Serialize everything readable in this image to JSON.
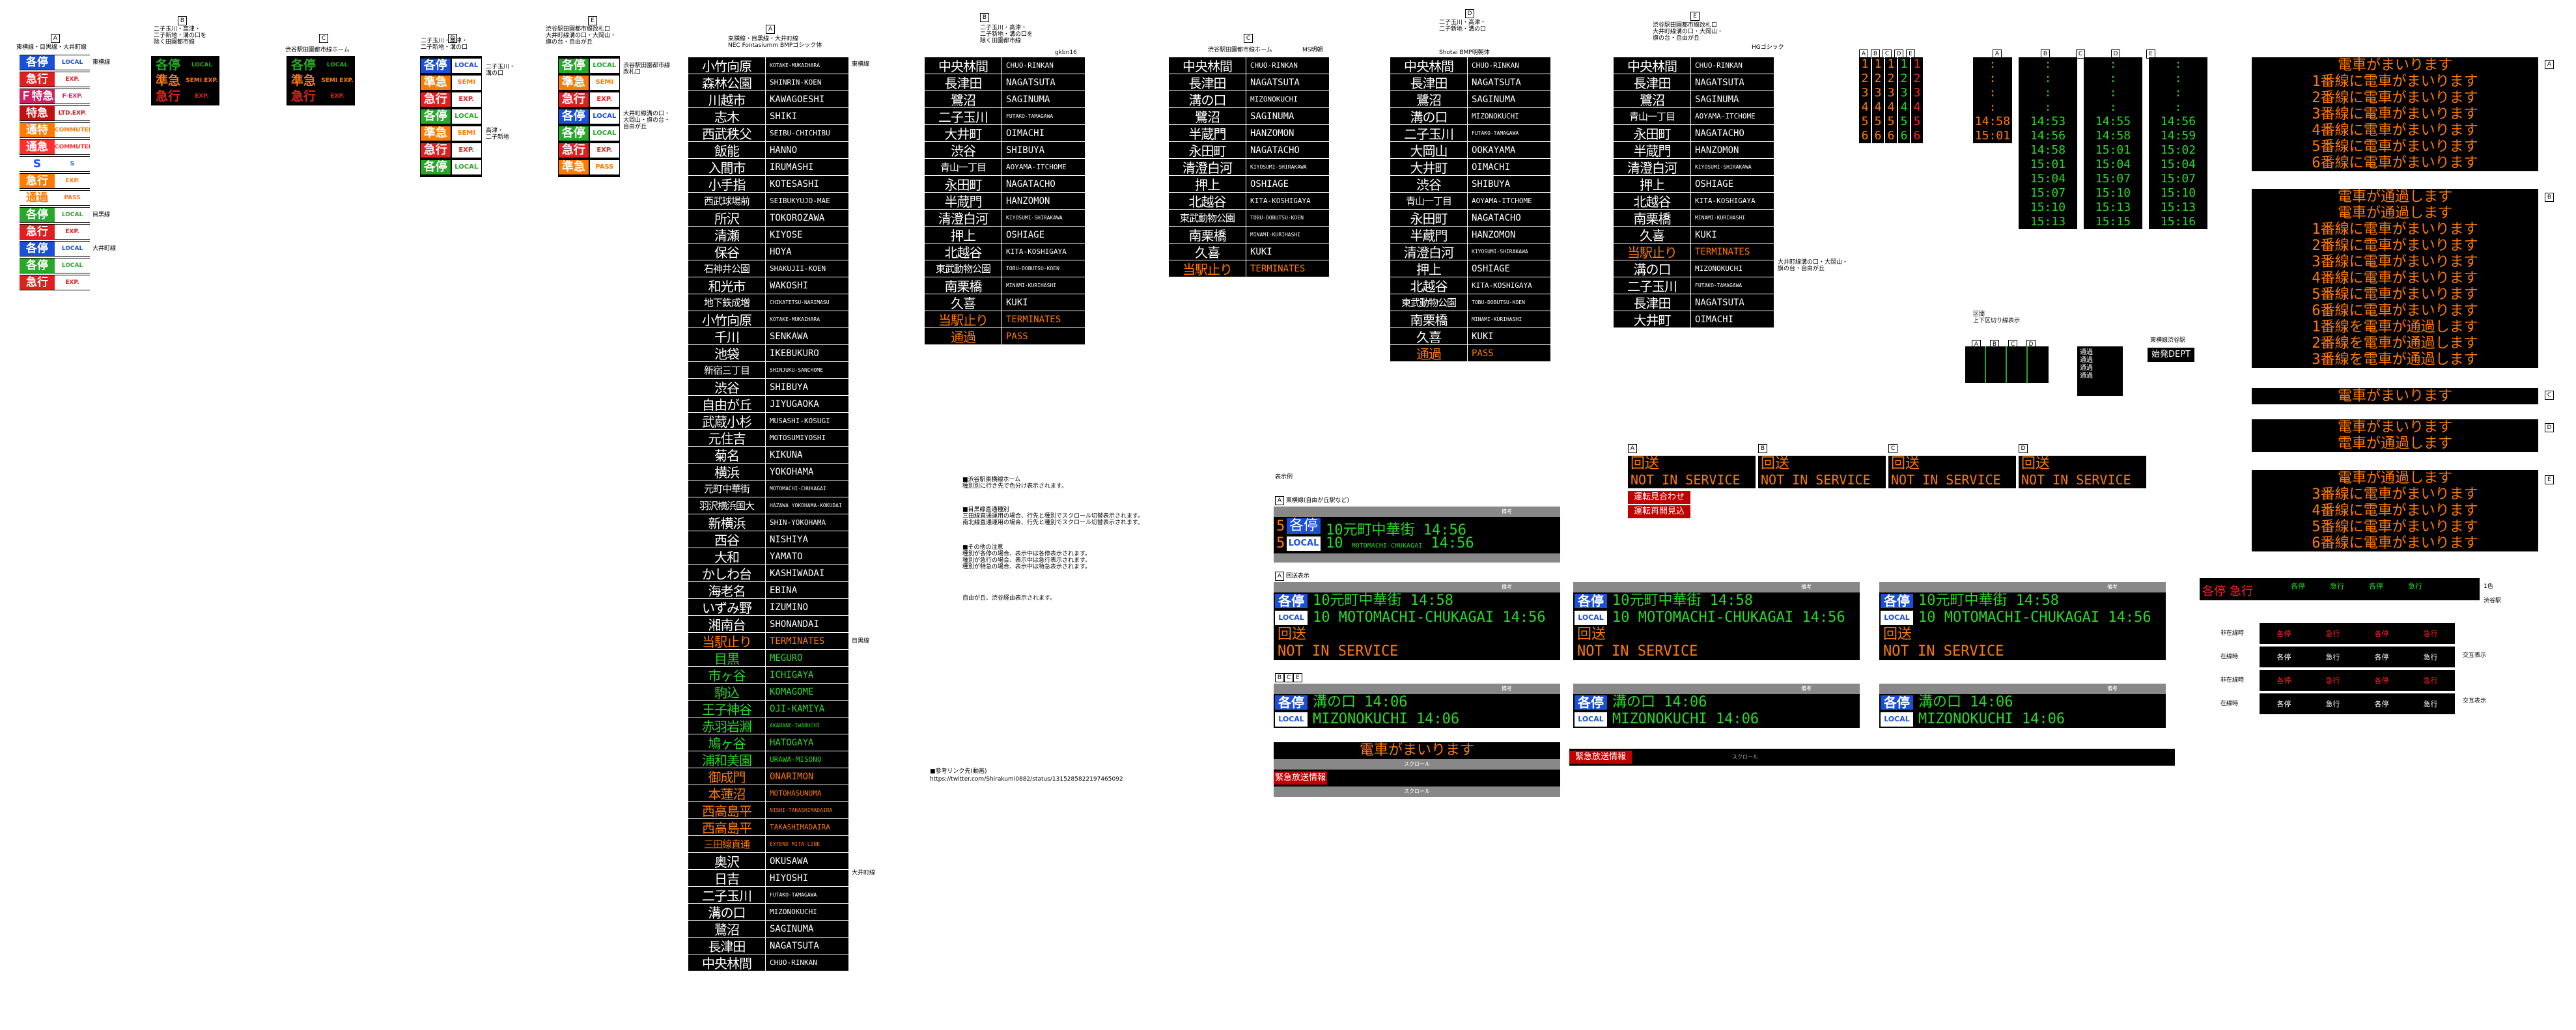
{
  "col1": {
    "header": "東横線・目黒線・大井町線",
    "tag": "A",
    "rows": [
      {
        "j": "各停",
        "e": "LOCAL",
        "jc": "#ffffff",
        "jb": "#1a4fd8",
        "ec": "#1a4fd8",
        "eb": "#ffffff",
        "note": "東横線"
      },
      {
        "j": "急行",
        "e": "EXP.",
        "jc": "#ffffff",
        "jb": "#e02020",
        "ec": "#e02020",
        "eb": "#ffffff",
        "note": ""
      },
      {
        "j": "Ｆ特急",
        "e": "F-EXP.",
        "jc": "#ffffff",
        "jb": "#d02060",
        "ec": "#d02060",
        "eb": "#ffffff",
        "note": ""
      },
      {
        "j": "特急",
        "e": "LTD.EXP.",
        "jc": "#ffffff",
        "jb": "#c01010",
        "ec": "#c01010",
        "eb": "#ffffff",
        "note": ""
      },
      {
        "j": "通特",
        "e": "COMMUTER",
        "jc": "#ffffff",
        "jb": "#ff7a00",
        "ec": "#ff7a00",
        "eb": "#ffffff",
        "note": ""
      },
      {
        "j": "通急",
        "e": "COMMUTER",
        "jc": "#ffffff",
        "jb": "#ff3030",
        "ec": "#ff3030",
        "eb": "#ffffff",
        "note": ""
      },
      {
        "j": "S",
        "e": "S",
        "jc": "#2050ff",
        "jb": "#ffffff",
        "ec": "#2050ff",
        "eb": "#ffffff",
        "note": ""
      },
      {
        "j": "急行",
        "e": "EXP.",
        "jc": "#ffffff",
        "jb": "#ff7a00",
        "ec": "#ff7a00",
        "eb": "#ffffff",
        "note": ""
      },
      {
        "j": "通過",
        "e": "PASS",
        "jc": "#ff7a00",
        "jb": "#ffffff",
        "ec": "#ff7a00",
        "eb": "#ffffff",
        "note": ""
      },
      {
        "j": "各停",
        "e": "LOCAL",
        "jc": "#ffffff",
        "jb": "#28a828",
        "ec": "#28a828",
        "eb": "#ffffff",
        "note": "目黒線"
      },
      {
        "j": "急行",
        "e": "EXP.",
        "jc": "#ffffff",
        "jb": "#e02020",
        "ec": "#e02020",
        "eb": "#ffffff",
        "note": ""
      },
      {
        "j": "各停",
        "e": "LOCAL",
        "jc": "#ffffff",
        "jb": "#1a4fd8",
        "ec": "#1a4fd8",
        "eb": "#ffffff",
        "note": "大井町線"
      },
      {
        "j": "各停",
        "e": "LOCAL",
        "jc": "#ffffff",
        "jb": "#28a828",
        "ec": "#28a828",
        "eb": "#ffffff",
        "note": ""
      },
      {
        "j": "急行",
        "e": "EXP.",
        "jc": "#ffffff",
        "jb": "#e02020",
        "ec": "#e02020",
        "eb": "#ffffff",
        "note": ""
      }
    ]
  },
  "col2": {
    "tag": "B",
    "header": "二子玉川・高津・\n二子新地・溝の口を\n除く田園都市線",
    "rows": [
      {
        "j": "各停",
        "e": "LOCAL",
        "jc": "#28a828",
        "ec": "#28a828"
      },
      {
        "j": "準急",
        "e": "SEMI EXP.",
        "jc": "#ff7a00",
        "ec": "#ff7a00"
      },
      {
        "j": "急行",
        "e": "EXP.",
        "jc": "#e02020",
        "ec": "#e02020"
      }
    ]
  },
  "col3": {
    "tag": "C",
    "header": "渋谷駅田園都市線ホーム",
    "rows": [
      {
        "j": "各停",
        "e": "LOCAL",
        "jc": "#28a828",
        "ec": "#28a828"
      },
      {
        "j": "準急",
        "e": "SEMI EXP.",
        "jc": "#ff7a00",
        "ec": "#ff7a00"
      },
      {
        "j": "急行",
        "e": "EXP.",
        "jc": "#e02020",
        "ec": "#e02020"
      }
    ]
  },
  "col4": {
    "tag": "D",
    "header": "二子玉川・高津・\n二子新地・溝の口",
    "notes": [
      "二子玉川・\n溝の口",
      "高津・\n二子新地"
    ],
    "rows": [
      {
        "j": "各停",
        "e": "LOCAL",
        "jb": "#1a4fd8",
        "eb": "#ffffff",
        "ec": "#1a4fd8"
      },
      {
        "j": "準急",
        "e": "SEMI EXP.",
        "jb": "#ff7a00",
        "eb": "#ffffff",
        "ec": "#ff7a00"
      },
      {
        "j": "急行",
        "e": "EXP.",
        "jb": "#e02020",
        "eb": "#ffffff",
        "ec": "#e02020"
      },
      {
        "j": "各停",
        "e": "LOCAL",
        "jb": "#28a828",
        "eb": "#ffffff",
        "ec": "#28a828"
      },
      {
        "j": "準急",
        "e": "SEMI EXP.",
        "jb": "#ff7a00",
        "eb": "#ffffff",
        "ec": "#ff7a00"
      },
      {
        "j": "急行",
        "e": "EXP.",
        "jb": "#e02020",
        "eb": "#ffffff",
        "ec": "#e02020"
      },
      {
        "j": "各停",
        "e": "LOCAL",
        "jb": "#28a828",
        "eb": "#ffffff",
        "ec": "#28a828"
      }
    ]
  },
  "col5": {
    "tag": "E",
    "header": "渋谷駅田園都市線改札口\n大井町線溝の口・大岡山・\n旗の台・自由が丘",
    "note1": "渋谷駅田園都市線\n改札口",
    "note2": "大井町線溝の口・\n大岡山・旗の台・\n自由が丘",
    "rows": [
      {
        "j": "各停",
        "e": "LOCAL",
        "jb": "#28a828",
        "eb": "#ffffff",
        "ec": "#28a828"
      },
      {
        "j": "準急",
        "e": "SEMI EXP.",
        "jb": "#ff7a00",
        "eb": "#ffffff",
        "ec": "#ff7a00"
      },
      {
        "j": "急行",
        "e": "EXP.",
        "jb": "#e02020",
        "eb": "#ffffff",
        "ec": "#e02020"
      },
      {
        "j": "各停",
        "e": "LOCAL",
        "jb": "#1a4fd8",
        "eb": "#ffffff",
        "ec": "#1a4fd8"
      },
      {
        "j": "各停",
        "e": "LOCAL",
        "jb": "#28a828",
        "eb": "#ffffff",
        "ec": "#28a828"
      },
      {
        "j": "急行",
        "e": "EXP.",
        "jb": "#e02020",
        "eb": "#ffffff",
        "ec": "#e02020"
      },
      {
        "j": "準急",
        "e": "PASS",
        "jb": "#ff7a00",
        "eb": "#ffffff",
        "ec": "#ff7a00"
      }
    ]
  },
  "colA": {
    "tag": "A",
    "header": "東横線・目黒線・大井町線\nNEC Fontasiumm BMPゴシック体",
    "notes": [
      {
        "t": "東横線",
        "row": 0
      },
      {
        "t": "目黒線",
        "row": 35
      },
      {
        "t": "大井町線",
        "row": 49
      }
    ],
    "rows": [
      {
        "j": "小竹向原",
        "e": "KOTAKE-MUKAIHARA",
        "c": "#ffffff"
      },
      {
        "j": "森林公園",
        "e": "SHINRIN-KOEN",
        "c": "#ffffff"
      },
      {
        "j": "川越市",
        "e": "KAWAGOESHI",
        "c": "#ffffff"
      },
      {
        "j": "志木",
        "e": "SHIKI",
        "c": "#ffffff"
      },
      {
        "j": "西武秩父",
        "e": "SEIBU-CHICHIBU",
        "c": "#ffffff"
      },
      {
        "j": "飯能",
        "e": "HANNO",
        "c": "#ffffff"
      },
      {
        "j": "入間市",
        "e": "IRUMASHI",
        "c": "#ffffff"
      },
      {
        "j": "小手指",
        "e": "KOTESASHI",
        "c": "#ffffff"
      },
      {
        "j": "西武球場前",
        "e": "SEIBUKYUJO-MAE",
        "c": "#ffffff"
      },
      {
        "j": "所沢",
        "e": "TOKOROZAWA",
        "c": "#ffffff"
      },
      {
        "j": "清瀬",
        "e": "KIYOSE",
        "c": "#ffffff"
      },
      {
        "j": "保谷",
        "e": "HOYA",
        "c": "#ffffff"
      },
      {
        "j": "石神井公園",
        "e": "SHAKUJII-KOEN",
        "c": "#ffffff"
      },
      {
        "j": "和光市",
        "e": "WAKOSHI",
        "c": "#ffffff"
      },
      {
        "j": "地下鉄成増",
        "e": "CHIKATETSU-NARIMASU",
        "c": "#ffffff"
      },
      {
        "j": "小竹向原",
        "e": "KOTAKE-MUKAIHARA",
        "c": "#ffffff"
      },
      {
        "j": "千川",
        "e": "SENKAWA",
        "c": "#ffffff"
      },
      {
        "j": "池袋",
        "e": "IKEBUKURO",
        "c": "#ffffff"
      },
      {
        "j": "新宿三丁目",
        "e": "SHINJUKU-SANCHOME",
        "c": "#ffffff"
      },
      {
        "j": "渋谷",
        "e": "SHIBUYA",
        "c": "#ffffff"
      },
      {
        "j": "自由が丘",
        "e": "JIYUGAOKA",
        "c": "#ffffff"
      },
      {
        "j": "武蔵小杉",
        "e": "MUSASHI-KOSUGI",
        "c": "#ffffff"
      },
      {
        "j": "元住吉",
        "e": "MOTOSUMIYOSHI",
        "c": "#ffffff"
      },
      {
        "j": "菊名",
        "e": "KIKUNA",
        "c": "#ffffff"
      },
      {
        "j": "横浜",
        "e": "YOKOHAMA",
        "c": "#ffffff"
      },
      {
        "j": "元町中華街",
        "e": "MOTOMACHI-CHUKAGAI",
        "c": "#ffffff"
      },
      {
        "j": "羽沢横浜国大",
        "e": "HAZAWA YOKOHAMA-KOKUDAI",
        "c": "#ffffff"
      },
      {
        "j": "新横浜",
        "e": "SHIN-YOKOHAMA",
        "c": "#ffffff"
      },
      {
        "j": "西谷",
        "e": "NISHIYA",
        "c": "#ffffff"
      },
      {
        "j": "大和",
        "e": "YAMATO",
        "c": "#ffffff"
      },
      {
        "j": "かしわ台",
        "e": "KASHIWADAI",
        "c": "#ffffff"
      },
      {
        "j": "海老名",
        "e": "EBINA",
        "c": "#ffffff"
      },
      {
        "j": "いずみ野",
        "e": "IZUMINO",
        "c": "#ffffff"
      },
      {
        "j": "湘南台",
        "e": "SHONANDAI",
        "c": "#ffffff"
      },
      {
        "j": "当駅止り",
        "e": "TERMINATES",
        "c": "#ff7a00"
      },
      {
        "j": "目黒",
        "e": "MEGURO",
        "c": "#28d828"
      },
      {
        "j": "市ヶ谷",
        "e": "ICHIGAYA",
        "c": "#28d828"
      },
      {
        "j": "駒込",
        "e": "KOMAGOME",
        "c": "#28d828"
      },
      {
        "j": "王子神谷",
        "e": "OJI-KAMIYA",
        "c": "#28d828"
      },
      {
        "j": "赤羽岩淵",
        "e": "AKABANE-IWABUCHI",
        "c": "#28d828"
      },
      {
        "j": "鳩ヶ谷",
        "e": "HATOGAYA",
        "c": "#28d828"
      },
      {
        "j": "浦和美園",
        "e": "URAWA-MISONO",
        "c": "#28d828"
      },
      {
        "j": "御成門",
        "e": "ONARIMON",
        "c": "#ff7a00"
      },
      {
        "j": "本蓮沼",
        "e": "MOTOHASUNUMA",
        "c": "#ff7a00"
      },
      {
        "j": "西高島平",
        "e": "NISHI-TAKASHIMADAIRA",
        "c": "#ff7a00"
      },
      {
        "j": "西高島平",
        "e": "TAKASHIMADAIRA",
        "c": "#ff7a00"
      },
      {
        "j": "三田線直通",
        "e": "EXTEND MITA-LINE",
        "c": "#ff7a00"
      },
      {
        "j": "奥沢",
        "e": "OKUSAWA",
        "c": "#ffffff"
      },
      {
        "j": "日吉",
        "e": "HIYOSHI",
        "c": "#ffffff"
      },
      {
        "j": "二子玉川",
        "e": "FUTAKO-TAMAGAWA",
        "c": "#ffffff"
      },
      {
        "j": "溝の口",
        "e": "MIZONOKUCHI",
        "c": "#ffffff"
      },
      {
        "j": "鷺沼",
        "e": "SAGINUMA",
        "c": "#ffffff"
      },
      {
        "j": "長津田",
        "e": "NAGATSUTA",
        "c": "#ffffff"
      },
      {
        "j": "中央林間",
        "e": "CHUO-RINKAN",
        "c": "#ffffff"
      }
    ]
  },
  "colB": {
    "tag": "B",
    "header": "二子玉川・高津・\n二子新地・溝の口を\n除く田園都市線",
    "sub": "gkbn16",
    "rows": [
      {
        "j": "中央林間",
        "e": "CHUO-RINKAN",
        "c": "#ffffff"
      },
      {
        "j": "長津田",
        "e": "NAGATSUTA",
        "c": "#ffffff"
      },
      {
        "j": "鷺沼",
        "e": "SAGINUMA",
        "c": "#ffffff"
      },
      {
        "j": "二子玉川",
        "e": "FUTAKO-TAMAGAWA",
        "c": "#ffffff"
      },
      {
        "j": "大井町",
        "e": "OIMACHI",
        "c": "#ffffff"
      },
      {
        "j": "渋谷",
        "e": "SHIBUYA",
        "c": "#ffffff"
      },
      {
        "j": "青山一丁目",
        "e": "AOYAMA-ITCHOME",
        "c": "#ffffff"
      },
      {
        "j": "永田町",
        "e": "NAGATACHO",
        "c": "#ffffff"
      },
      {
        "j": "半蔵門",
        "e": "HANZOMON",
        "c": "#ffffff"
      },
      {
        "j": "清澄白河",
        "e": "KIYOSUMI-SHIRAKAWA",
        "c": "#ffffff"
      },
      {
        "j": "押上",
        "e": "OSHIAGE",
        "c": "#ffffff"
      },
      {
        "j": "北越谷",
        "e": "KITA-KOSHIGAYA",
        "c": "#ffffff"
      },
      {
        "j": "東武動物公園",
        "e": "TOBU-DOBUTSU-KOEN",
        "c": "#ffffff"
      },
      {
        "j": "南栗橋",
        "e": "MINAMI-KURIHASHI",
        "c": "#ffffff"
      },
      {
        "j": "久喜",
        "e": "KUKI",
        "c": "#ffffff"
      },
      {
        "j": "当駅止り",
        "e": "TERMINATES",
        "c": "#ff7a00"
      },
      {
        "j": "通過",
        "e": "PASS",
        "c": "#ff7a00"
      }
    ]
  },
  "colC": {
    "tag": "C",
    "header": "渋谷駅田園都市線ホーム",
    "sub": "MS明朝",
    "rows": [
      {
        "j": "中央林間",
        "e": "CHUO-RINKAN",
        "c": "#ffffff"
      },
      {
        "j": "長津田",
        "e": "NAGATSUTA",
        "c": "#ffffff"
      },
      {
        "j": "溝の口",
        "e": "MIZONOKUCHI",
        "c": "#ffffff"
      },
      {
        "j": "鷺沼",
        "e": "SAGINUMA",
        "c": "#ffffff"
      },
      {
        "j": "半蔵門",
        "e": "HANZOMON",
        "c": "#ffffff"
      },
      {
        "j": "永田町",
        "e": "NAGATACHO",
        "c": "#ffffff"
      },
      {
        "j": "清澄白河",
        "e": "KIYOSUMI-SHIRAKAWA",
        "c": "#ffffff"
      },
      {
        "j": "押上",
        "e": "OSHIAGE",
        "c": "#ffffff"
      },
      {
        "j": "北越谷",
        "e": "KITA-KOSHIGAYA",
        "c": "#ffffff"
      },
      {
        "j": "東武動物公園",
        "e": "TOBU-DOBUTSU-KOEN",
        "c": "#ffffff"
      },
      {
        "j": "南栗橋",
        "e": "MINAMI-KURIHASHI",
        "c": "#ffffff"
      },
      {
        "j": "久喜",
        "e": "KUKI",
        "c": "#ffffff"
      },
      {
        "j": "当駅止り",
        "e": "TERMINATES",
        "c": "#ff7a00"
      }
    ]
  },
  "colD": {
    "tag": "D",
    "header": "二子玉川・高津・\n二子新地・溝の口",
    "sub": "Shotai BMP明朝体",
    "rows": [
      {
        "j": "中央林間",
        "e": "CHUO-RINKAN",
        "c": "#ffffff"
      },
      {
        "j": "長津田",
        "e": "NAGATSUTA",
        "c": "#ffffff"
      },
      {
        "j": "鷺沼",
        "e": "SAGINUMA",
        "c": "#ffffff"
      },
      {
        "j": "溝の口",
        "e": "MIZONOKUCHI",
        "c": "#ffffff"
      },
      {
        "j": "二子玉川",
        "e": "FUTAKO-TAMAGAWA",
        "c": "#ffffff"
      },
      {
        "j": "大岡山",
        "e": "OOKAYAMA",
        "c": "#ffffff"
      },
      {
        "j": "大井町",
        "e": "OIMACHI",
        "c": "#ffffff"
      },
      {
        "j": "渋谷",
        "e": "SHIBUYA",
        "c": "#ffffff"
      },
      {
        "j": "青山一丁目",
        "e": "AOYAMA-ITCHOME",
        "c": "#ffffff"
      },
      {
        "j": "永田町",
        "e": "NAGATACHO",
        "c": "#ffffff"
      },
      {
        "j": "半蔵門",
        "e": "HANZOMON",
        "c": "#ffffff"
      },
      {
        "j": "清澄白河",
        "e": "KIYOSUMI-SHIRAKAWA",
        "c": "#ffffff"
      },
      {
        "j": "押上",
        "e": "OSHIAGE",
        "c": "#ffffff"
      },
      {
        "j": "北越谷",
        "e": "KITA-KOSHIGAYA",
        "c": "#ffffff"
      },
      {
        "j": "東武動物公園",
        "e": "TOBU-DOBUTSU-KOEN",
        "c": "#ffffff"
      },
      {
        "j": "南栗橋",
        "e": "MINAMI-KURIHASHI",
        "c": "#ffffff"
      },
      {
        "j": "久喜",
        "e": "KUKI",
        "c": "#ffffff"
      },
      {
        "j": "通過",
        "e": "PASS",
        "c": "#ff7a00"
      }
    ]
  },
  "colE": {
    "tag": "E",
    "header": "渋谷駅田園都市線改札口\n大井町線溝の口・大岡山・\n旗の台・自由が丘",
    "sub": "HGゴシック",
    "side": "大井町線溝の口・大岡山・\n旗の台・自由が丘",
    "side2": "渋谷駅田園都市線改札口",
    "rows": [
      {
        "j": "中央林間",
        "e": "CHUO-RINKAN",
        "c": "#ffffff"
      },
      {
        "j": "長津田",
        "e": "NAGATSUTA",
        "c": "#ffffff"
      },
      {
        "j": "鷺沼",
        "e": "SAGINUMA",
        "c": "#ffffff"
      },
      {
        "j": "青山一丁目",
        "e": "AOYAMA-ITCHOME",
        "c": "#ffffff"
      },
      {
        "j": "永田町",
        "e": "NAGATACHO",
        "c": "#ffffff"
      },
      {
        "j": "半蔵門",
        "e": "HANZOMON",
        "c": "#ffffff"
      },
      {
        "j": "清澄白河",
        "e": "KIYOSUMI-SHIRAKAWA",
        "c": "#ffffff"
      },
      {
        "j": "押上",
        "e": "OSHIAGE",
        "c": "#ffffff"
      },
      {
        "j": "北越谷",
        "e": "KITA-KOSHIGAYA",
        "c": "#ffffff"
      },
      {
        "j": "南栗橋",
        "e": "MINAMI-KURIHASHI",
        "c": "#ffffff"
      },
      {
        "j": "久喜",
        "e": "KUKI",
        "c": "#ffffff"
      },
      {
        "j": "当駅止り",
        "e": "TERMINATES",
        "c": "#ff7a00"
      },
      {
        "j": "溝の口",
        "e": "MIZONOKUCHI",
        "c": "#ffffff"
      },
      {
        "j": "二子玉川",
        "e": "FUTAKO-TAMAGAWA",
        "c": "#ffffff"
      },
      {
        "j": "長津田",
        "e": "NAGATSUTA",
        "c": "#ffffff"
      },
      {
        "j": "大井町",
        "e": "OIMACHI",
        "c": "#ffffff"
      }
    ]
  },
  "numbers": {
    "tags": [
      "A",
      "B",
      "C",
      "D",
      "E"
    ],
    "rows": [
      "1",
      "2",
      "3",
      "4",
      "5",
      "6"
    ],
    "colors": [
      "#ff7a00",
      "#ff7a00",
      "#ff7a00",
      "#28d828",
      "#ff2222"
    ]
  },
  "clocks": {
    "tags": [
      "A",
      "B",
      "C",
      "D",
      "E"
    ],
    "colA": [
      "14:58",
      "15:01"
    ],
    "colB": [
      "14:53",
      "14:56",
      "14:58",
      "15:01",
      "15:04",
      "15:07",
      "15:10",
      "15:13"
    ],
    "colC": [
      "14:55",
      "14:58",
      "15:01",
      "15:04",
      "15:07",
      "15:10",
      "15:13",
      "15:15"
    ],
    "colD": [
      "14:56",
      "14:59",
      "15:02",
      "15:04",
      "15:07",
      "15:10",
      "15:13",
      "15:16"
    ]
  },
  "mid_notes": {
    "title": "■渋谷駅東横線ホーム\n種別別に行き先で色分け表示されます。",
    "b": "■目黒線直通種別\n三田線直通運用の場合、行先と種別でスクロール切替表示されます。\n南北線直通運用の場合、行先と種別でスクロール切替表示されます。",
    "c": "■その他の注意\n種別が各停の場合、表示中は各停表示されます。\n種別が急行の場合、表示中は急行表示されます。\n種別が特急の場合、表示中は特急表示されます。",
    "d": "自由が丘、渋谷経由表示されます。",
    "link_title": "■参考リンク先(動画)",
    "link": "https://twitter.com/Shirakumi0882/status/1315285822197465092"
  },
  "panels": {
    "label": "表示例",
    "a_title": "東横線(自由が丘駅など)",
    "b_title": "回送表示",
    "c_title": "各停表示",
    "bar_label": "備考",
    "type_local": "各停",
    "type_local_e": "LOCAL",
    "dest_j": "元町中華街",
    "dest_e": "MOTOMACHI-CHUKAGAI",
    "time": "14:56",
    "time2": "14:58",
    "to": "10",
    "kaiso": "回送",
    "kaiso_e": "NOT IN SERVICE",
    "mizo": "溝の口",
    "mizo_e": "MIZONOKUCHI",
    "time3": "14:06",
    "arrive": "電車がまいります",
    "scroll": "スクロール",
    "kinkyu": "緊急放送情報"
  },
  "service": {
    "tags": [
      "A",
      "B",
      "C",
      "D",
      "E"
    ],
    "j": "回送",
    "e": "NOT IN SERVICE",
    "red1": "運転見合わせ",
    "red2": "運転再開見込"
  },
  "small_panel": {
    "label": "区間\n上下区切り線表示",
    "tags": [
      "A",
      "B",
      "C",
      "D"
    ],
    "platform_label": "東横線渋谷駅",
    "depart": "始発DEPT"
  },
  "right_msgs": {
    "tagA": "A",
    "tagB": "B",
    "tagC": "C",
    "tagD": "D",
    "tagE": "E",
    "A": [
      "電車がまいります",
      "1番線に電車がまいります",
      "2番線に電車がまいります",
      "3番線に電車がまいります",
      "4番線に電車がまいります",
      "5番線に電車がまいります",
      "6番線に電車がまいります"
    ],
    "B": [
      "電車が通過します",
      "電車が通過します",
      "1番線に電車がまいります",
      "2番線に電車がまいります",
      "3番線に電車がまいります",
      "4番線に電車がまいります",
      "5番線に電車がまいります",
      "6番線に電車がまいります",
      "1番線を電車が通過します",
      "2番線を電車が通過します",
      "3番線を電車が通過します"
    ],
    "C": [
      "電車がまいります"
    ],
    "D": [
      "電車がまいります",
      "電車が通過します"
    ],
    "E": [
      "電車が通過します",
      "3番線に電車がまいります",
      "4番線に電車がまいります",
      "5番線に電車がまいります",
      "6番線に電車がまいります"
    ]
  },
  "status_panel": {
    "notes": [
      "1色",
      "渋谷駅"
    ],
    "rows": [
      "非在線時",
      "在線時",
      "非在線時",
      "在線時"
    ],
    "side": [
      "交互表示",
      "交互表示"
    ],
    "cells": [
      "各停",
      "急行",
      "各停",
      "急行"
    ]
  }
}
